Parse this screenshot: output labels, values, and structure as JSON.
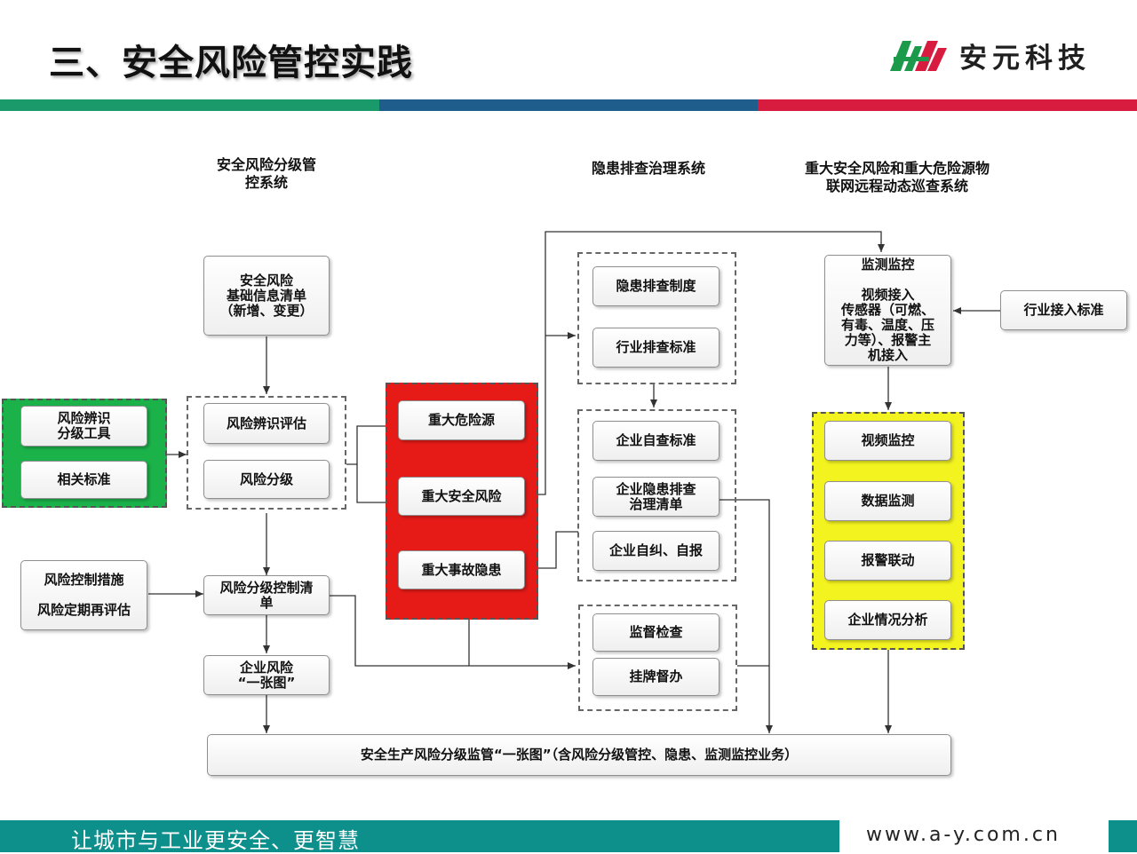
{
  "header": {
    "title": "三、安全风险管控实践",
    "logo_text": "安元科技"
  },
  "sections": {
    "s1": "安全风险分级管\n控系统",
    "s2": "隐患排查治理系统",
    "s3": "重大安全风险和重大危险源物\n联网远程动态巡查系统"
  },
  "nodes": {
    "base_info": "安全风险\n基础信息清单\n（新增、变更）",
    "tool": "风险辨识\n分级工具",
    "std": "相关标准",
    "identify": "风险辨识评估",
    "grade": "风险分级",
    "major_hazard": "重大危险源",
    "major_risk": "重大安全风险",
    "major_accident": "重大事故隐患",
    "hz_system": "隐患排查制度",
    "ind_std": "行业排查标准",
    "self_std": "企业自查标准",
    "hz_list": "企业隐患排查\n治理清单",
    "self_report": "企业自纠、自报",
    "supervise": "监督检查",
    "listing": "挂牌督办",
    "monitor": "监测监控\n\n视频接入\n传感器（可燃、\n有毒、温度、压\n力等）、报警主\n机接入",
    "access_std": "行业接入标准",
    "video": "视频监控",
    "data_mon": "数据监测",
    "alarm": "报警联动",
    "analysis": "企业情况分析",
    "control_measure": "风险控制措施\n\n风险定期再评估",
    "control_list": "风险分级控制清\n单",
    "one_map": "企业风险\n“一张图”",
    "bottom": "安全生产风险分级监管“一张图”（含风险分级管控、隐患、监测监控业务）"
  },
  "footer": {
    "slogan": "让城市与工业更安全、更智慧",
    "url": "www.a-y.com.cn"
  },
  "colors": {
    "green": "#1bb24a",
    "red": "#e61b18",
    "yellow": "#f3f320",
    "teal": "#0d8f8c",
    "blue": "#1f5e8c",
    "crimson": "#d81c3f"
  }
}
